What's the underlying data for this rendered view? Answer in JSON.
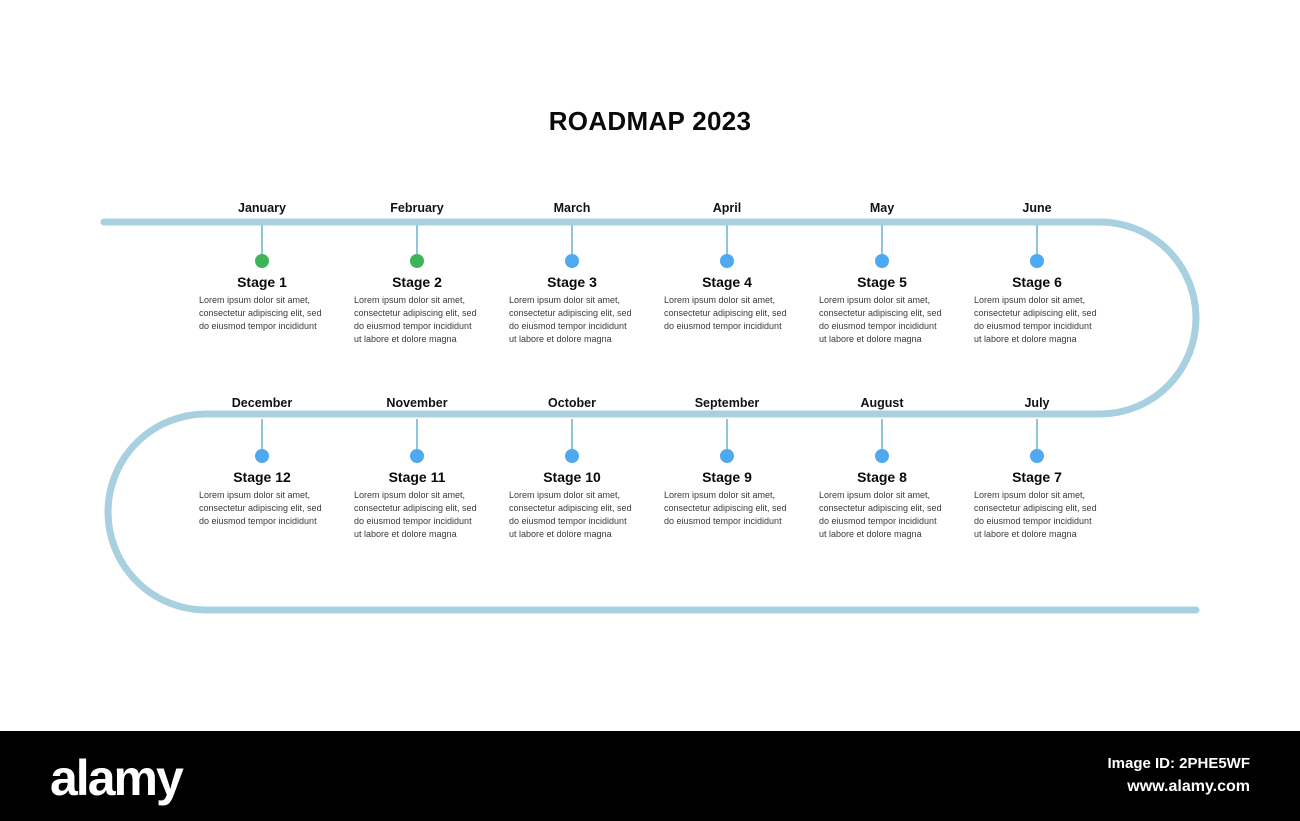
{
  "title": "ROADMAP 2023",
  "colors": {
    "track": "#a8d0e1",
    "stem": "#8ec4de",
    "dot_done": "#3cb55a",
    "dot_pending": "#4ea9f0",
    "footer_bg": "#000000"
  },
  "rows": [
    {
      "stages": [
        {
          "month": "January",
          "stage": "Stage 1",
          "status": "done",
          "text": [
            "Lorem ipsum dolor sit amet,",
            "consectetur adipiscing elit, sed",
            "do eiusmod tempor incididunt"
          ]
        },
        {
          "month": "February",
          "stage": "Stage 2",
          "status": "done",
          "text": [
            "Lorem ipsum dolor sit amet,",
            "consectetur adipiscing elit, sed",
            "do eiusmod tempor incididunt",
            "ut labore et dolore magna"
          ]
        },
        {
          "month": "March",
          "stage": "Stage 3",
          "status": "pending",
          "text": [
            "Lorem ipsum dolor sit amet,",
            "consectetur adipiscing elit, sed",
            "do eiusmod tempor incididunt",
            "ut labore et dolore magna"
          ]
        },
        {
          "month": "April",
          "stage": "Stage 4",
          "status": "pending",
          "text": [
            "Lorem ipsum dolor sit amet,",
            "consectetur adipiscing elit, sed",
            "do eiusmod tempor incididunt"
          ]
        },
        {
          "month": "May",
          "stage": "Stage 5",
          "status": "pending",
          "text": [
            "Lorem ipsum dolor sit amet,",
            "consectetur adipiscing elit, sed",
            "do eiusmod tempor incididunt",
            "ut labore et dolore magna"
          ]
        },
        {
          "month": "June",
          "stage": "Stage 6",
          "status": "pending",
          "text": [
            "Lorem ipsum dolor sit amet,",
            "consectetur adipiscing elit, sed",
            "do eiusmod tempor incididunt",
            "ut labore et dolore magna"
          ]
        }
      ]
    },
    {
      "stages": [
        {
          "month": "December",
          "stage": "Stage 12",
          "status": "pending",
          "text": [
            "Lorem ipsum dolor sit amet,",
            "consectetur adipiscing elit, sed",
            "do eiusmod tempor incididunt"
          ]
        },
        {
          "month": "November",
          "stage": "Stage 11",
          "status": "pending",
          "text": [
            "Lorem ipsum dolor sit amet,",
            "consectetur adipiscing elit, sed",
            "do eiusmod tempor incididunt",
            "ut labore et dolore magna"
          ]
        },
        {
          "month": "October",
          "stage": "Stage 10",
          "status": "pending",
          "text": [
            "Lorem ipsum dolor sit amet,",
            "consectetur adipiscing elit, sed",
            "do eiusmod tempor incididunt",
            "ut labore et dolore magna"
          ]
        },
        {
          "month": "September",
          "stage": "Stage 9",
          "status": "pending",
          "text": [
            "Lorem ipsum dolor sit amet,",
            "consectetur adipiscing elit, sed",
            "do eiusmod tempor incididunt"
          ]
        },
        {
          "month": "August",
          "stage": "Stage 8",
          "status": "pending",
          "text": [
            "Lorem ipsum dolor sit amet,",
            "consectetur adipiscing elit, sed",
            "do eiusmod tempor incididunt",
            "ut labore et dolore magna"
          ]
        },
        {
          "month": "July",
          "stage": "Stage 7",
          "status": "pending",
          "text": [
            "Lorem ipsum dolor sit amet,",
            "consectetur adipiscing elit, sed",
            "do eiusmod tempor incididunt",
            "ut labore et dolore magna"
          ]
        }
      ]
    }
  ],
  "footer": {
    "logo": "alamy",
    "image_id": "Image ID: 2PHE5WF",
    "url": "www.alamy.com"
  }
}
